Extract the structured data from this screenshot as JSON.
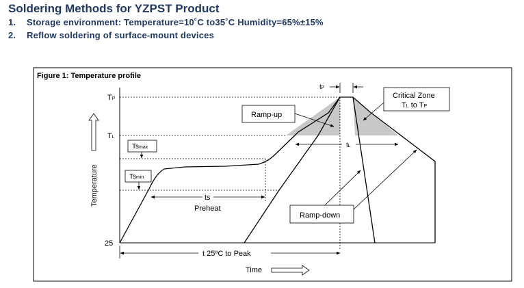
{
  "page": {
    "title": "Soldering Methods for YZPST Product",
    "items": [
      {
        "num": "1.",
        "text": "Storage environment: Temperature=10˚C to35˚C Humidity=65%±15%"
      },
      {
        "num": "2.",
        "text": "Reflow soldering of surface-mount devices"
      }
    ]
  },
  "figure": {
    "caption": "Figure 1: Temperature profile",
    "y_axis_label": "Temperature",
    "y_ticks": [
      {
        "main": "T",
        "sub": "P"
      },
      {
        "main": "T",
        "sub": "L"
      },
      {
        "main": "25",
        "sub": ""
      }
    ],
    "ts_max": {
      "main": "Ts",
      "sub": "max"
    },
    "ts_min": {
      "main": "Ts",
      "sub": "min"
    },
    "tp": {
      "main": "t",
      "sub": "P"
    },
    "tl": {
      "main": "t",
      "sub": "L"
    },
    "ts": "ts",
    "preheat": "Preheat",
    "ramp_up": "Ramp-up",
    "ramp_down": "Ramp-down",
    "critical_zone": {
      "line1": "Critical Zone",
      "line2_a": "T",
      "line2_a_sub": "L",
      "line2_mid": " to T",
      "line2_b_sub": "P"
    },
    "t25_to_peak": "t 25ºC to Peak",
    "x_axis_label": "Time"
  }
}
